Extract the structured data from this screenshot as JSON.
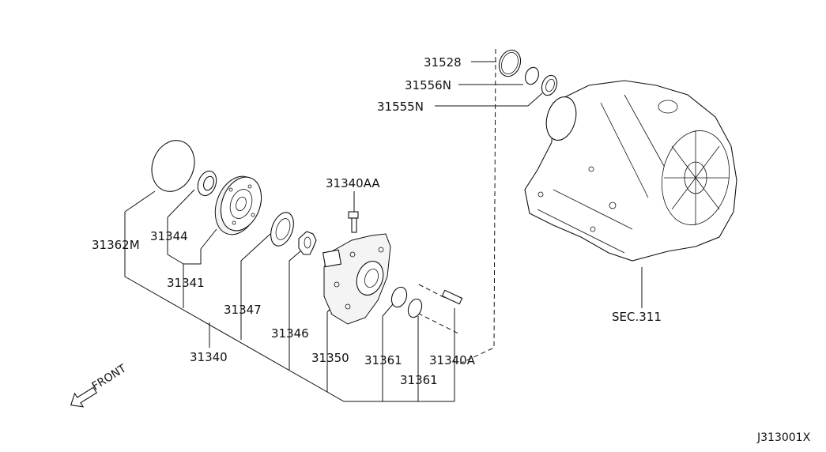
{
  "labels": {
    "p31528": "31528",
    "p31556n": "31556N",
    "p31555n": "31555N",
    "p31340aa": "31340AA",
    "p31362m": "31362M",
    "p31344": "31344",
    "p31341": "31341",
    "p31347": "31347",
    "p31346": "31346",
    "p31340": "31340",
    "p31350": "31350",
    "p31361a": "31361",
    "p31361b": "31361",
    "p31340a": "31340A",
    "sec311": "SEC.311",
    "front": "FRONT",
    "diagram_code": "J313001X"
  }
}
